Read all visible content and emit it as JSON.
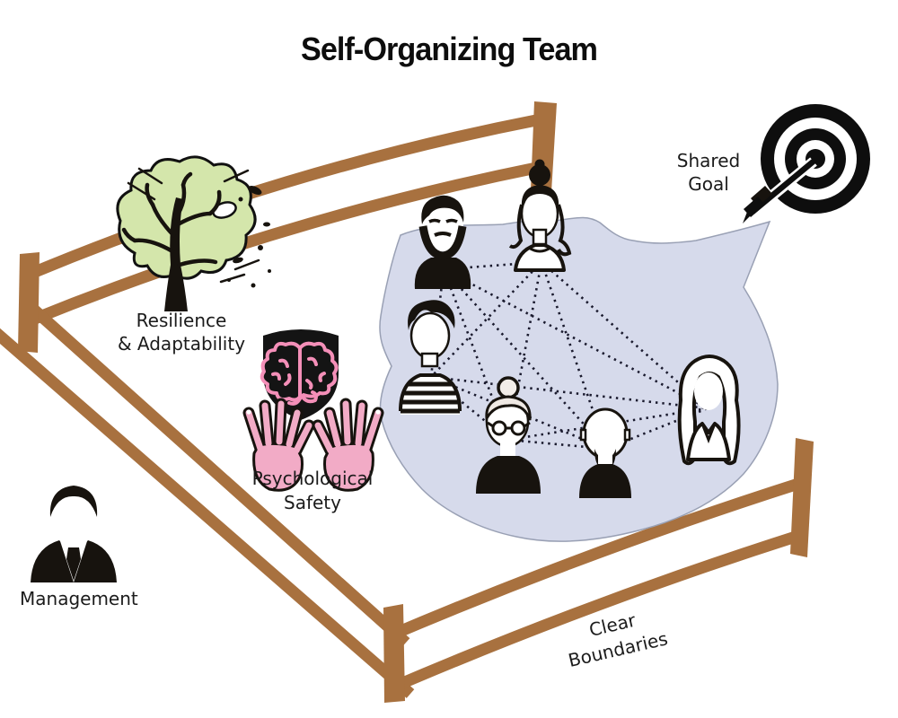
{
  "title": "Self-Organizing Team",
  "labels": {
    "resilience_line1": "Resilience",
    "resilience_line2": "& Adaptability",
    "psychological_line1": "Psychological",
    "psychological_line2": "Safety",
    "shared_goal_line1": "Shared",
    "shared_goal_line2": "Goal",
    "management": "Management",
    "boundaries_line1": "Clear",
    "boundaries_line2": "Boundaries"
  },
  "icons": {
    "fence": "wooden-fence-boundary",
    "tree": "wind-blown-tree-icon",
    "shield_brain": "shield-with-brain-icon",
    "hands": "caring-hands-icon",
    "target": "bullseye-arrow-icon",
    "manager": "businessman-silhouette-icon",
    "team_blob": "team-network-blob",
    "network": "dotted-connection-lines",
    "avatars": [
      "bearded-man",
      "woman-with-bun",
      "man-striped-shirt",
      "older-woman-glasses",
      "bald-man-goatee",
      "woman-long-hair"
    ]
  },
  "colors": {
    "background": "#ffffff",
    "ink": "#17130e",
    "fence": "#a8713f",
    "tree_green": "#d4e6ab",
    "blob_fill": "#d6daeb",
    "blob_stroke": "#99a0b4",
    "pink": "#f2abc6",
    "brain_pink": "#f48fb8"
  }
}
